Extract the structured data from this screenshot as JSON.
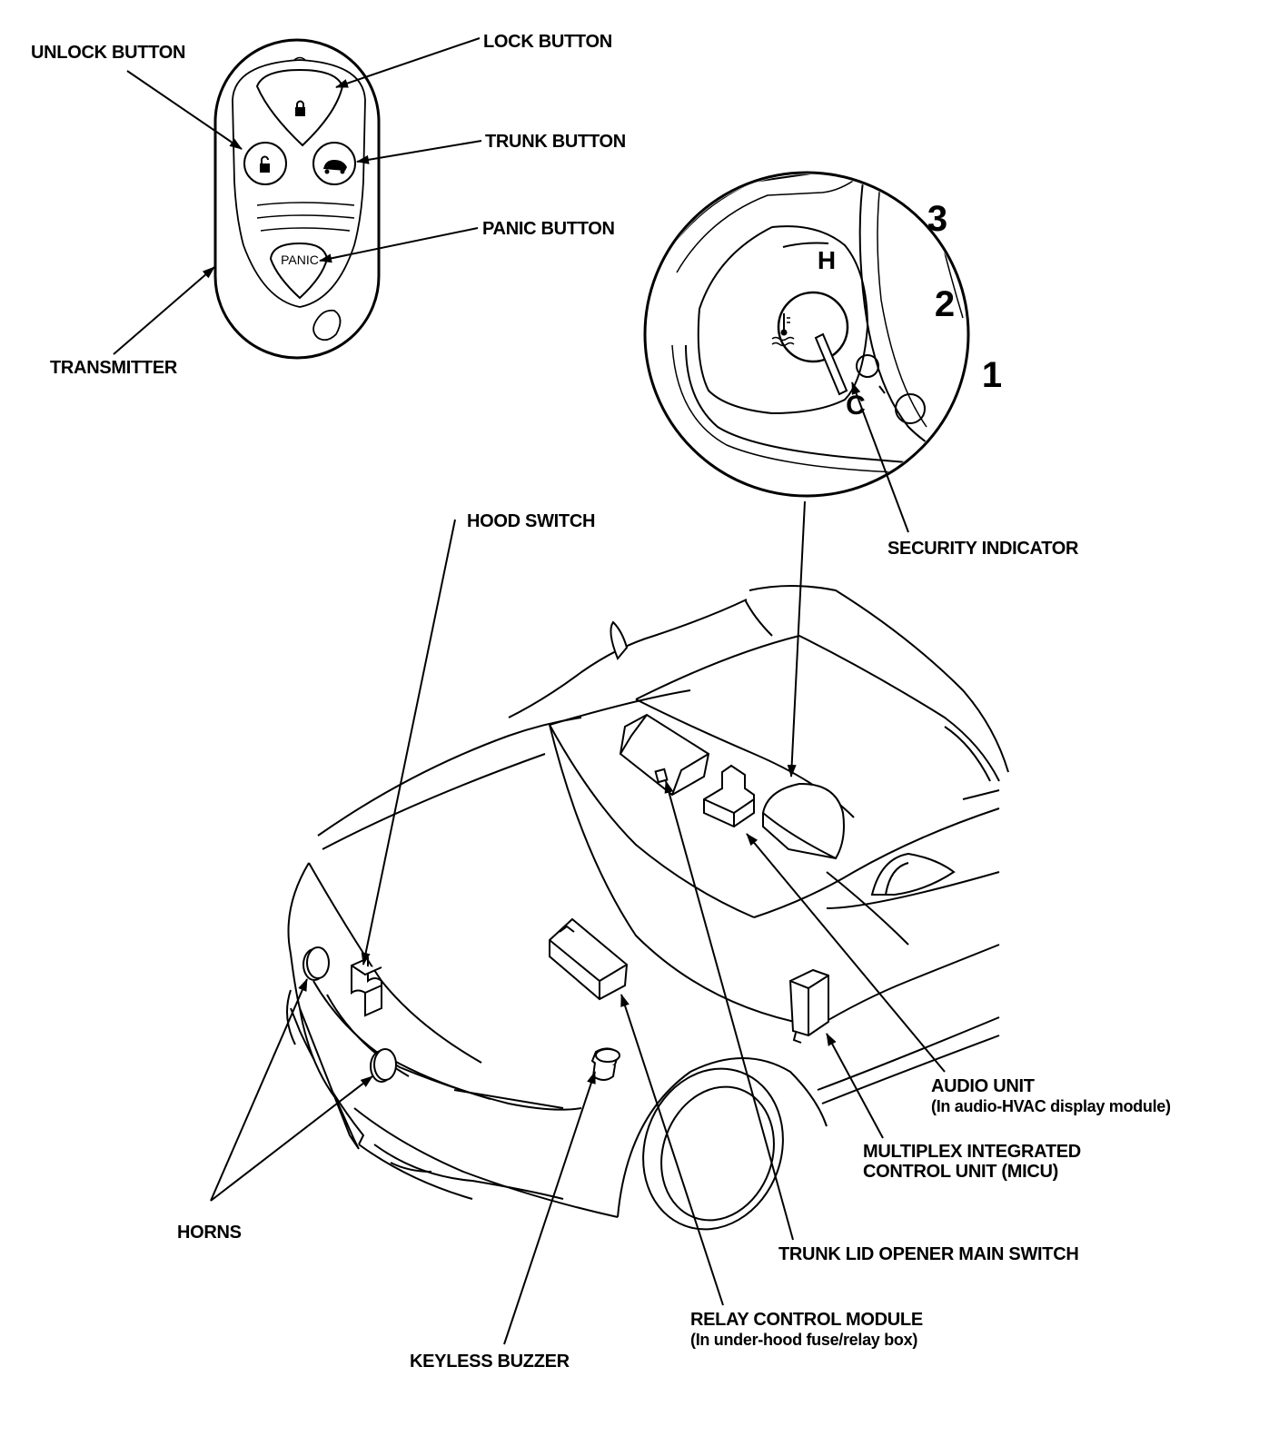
{
  "labels": {
    "unlock_button": "UNLOCK BUTTON",
    "lock_button": "LOCK BUTTON",
    "trunk_button": "TRUNK BUTTON",
    "panic_button": "PANIC BUTTON",
    "transmitter": "TRANSMITTER",
    "security_indicator": "SECURITY INDICATOR",
    "hood_switch": "HOOD SWITCH",
    "audio_unit": "AUDIO UNIT",
    "audio_unit_sub": "(In audio-HVAC display module)",
    "micu_line1": "MULTIPLEX INTEGRATED",
    "micu_line2": "CONTROL UNIT (MICU)",
    "trunk_lid_switch": "TRUNK LID OPENER MAIN SWITCH",
    "relay_module": "RELAY CONTROL MODULE",
    "relay_module_sub": "(In under-hood fuse/relay box)",
    "keyless_buzzer": "KEYLESS BUZZER",
    "horns": "HORNS"
  },
  "fob": {
    "panic_text": "PANIC"
  },
  "gauge": {
    "high_mark": "H",
    "low_mark": "C",
    "num_3": "3",
    "num_2": "2",
    "num_1": "1"
  }
}
